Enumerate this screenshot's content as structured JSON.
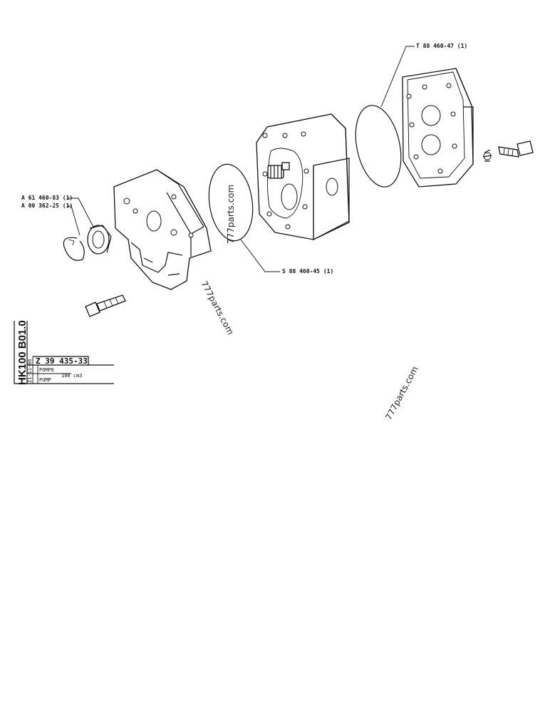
{
  "callouts": {
    "t_ring": "T 88 460-47 (1)",
    "a_seal_1": "A 61 460-83 (1)",
    "a_seal_2": "A 00 362-25 (1)",
    "s_ring": "S 88 460-45 (1)"
  },
  "watermarks": [
    "777parts.com",
    "777parts.com",
    "777parts.com"
  ],
  "title_block": {
    "group_code": "HK100 B01.0",
    "part_number": "Z 39 435-33",
    "date": "21-11-86",
    "name_fr": "POMPE",
    "name_en": "PUMP",
    "spec": "100 cm3"
  }
}
